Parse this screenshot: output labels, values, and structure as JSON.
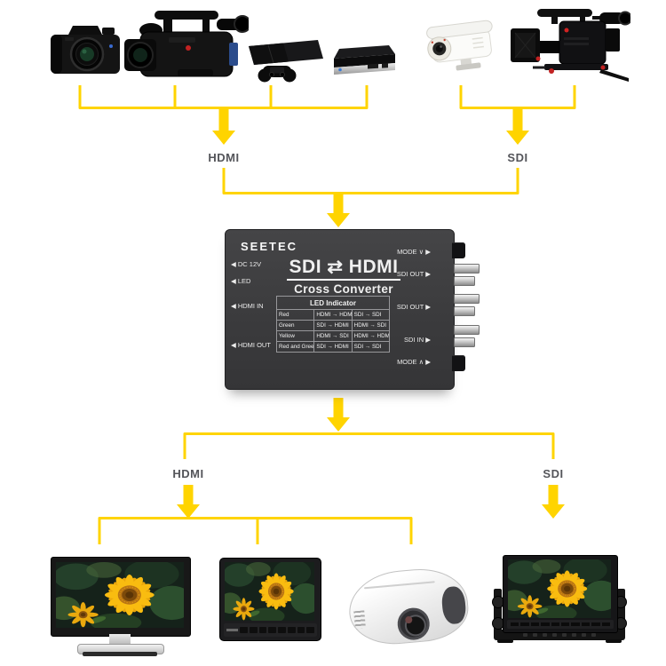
{
  "colors": {
    "accent_yellow": "#FFD400",
    "converter_body": "#3B3B3D",
    "connection_label_text": "#54555A"
  },
  "inputs": {
    "hdmi_group_label": "HDMI",
    "sdi_group_label": "SDI",
    "device_icons": [
      "dslr-camera-icon",
      "camcorder-icon",
      "game-console-icon",
      "set-top-box-icon",
      "cctv-camera-icon",
      "cinema-camera-rig-icon"
    ]
  },
  "converter": {
    "brand": "SEETEC",
    "title": "SDI ⇄ HDMI",
    "subtitle": "Cross Converter",
    "left_ports": [
      "◀ DC 12V",
      "◀ LED",
      "◀ HDMI IN",
      "◀ HDMI OUT"
    ],
    "right_ports": [
      "MODE ∨ ▶",
      "SDI OUT ▶",
      "SDI OUT ▶",
      "SDI IN ▶",
      "MODE ∧ ▶"
    ],
    "led_table": {
      "header": "LED Indicator",
      "rows": [
        [
          "Red",
          "HDMI → HDMI",
          "SDI → SDI"
        ],
        [
          "Green",
          "SDI → HDMI",
          "HDMI → SDI"
        ],
        [
          "Yellow",
          "HDMI → SDI",
          "HDMI → HDMI"
        ],
        [
          "Red and Green",
          "SDI → HDMI",
          "SDI → SDI"
        ]
      ]
    }
  },
  "outputs": {
    "hdmi_group_label": "HDMI",
    "sdi_group_label": "SDI",
    "device_icons": [
      "desktop-monitor-icon",
      "field-monitor-icon",
      "projector-icon",
      "broadcast-monitor-icon"
    ]
  }
}
